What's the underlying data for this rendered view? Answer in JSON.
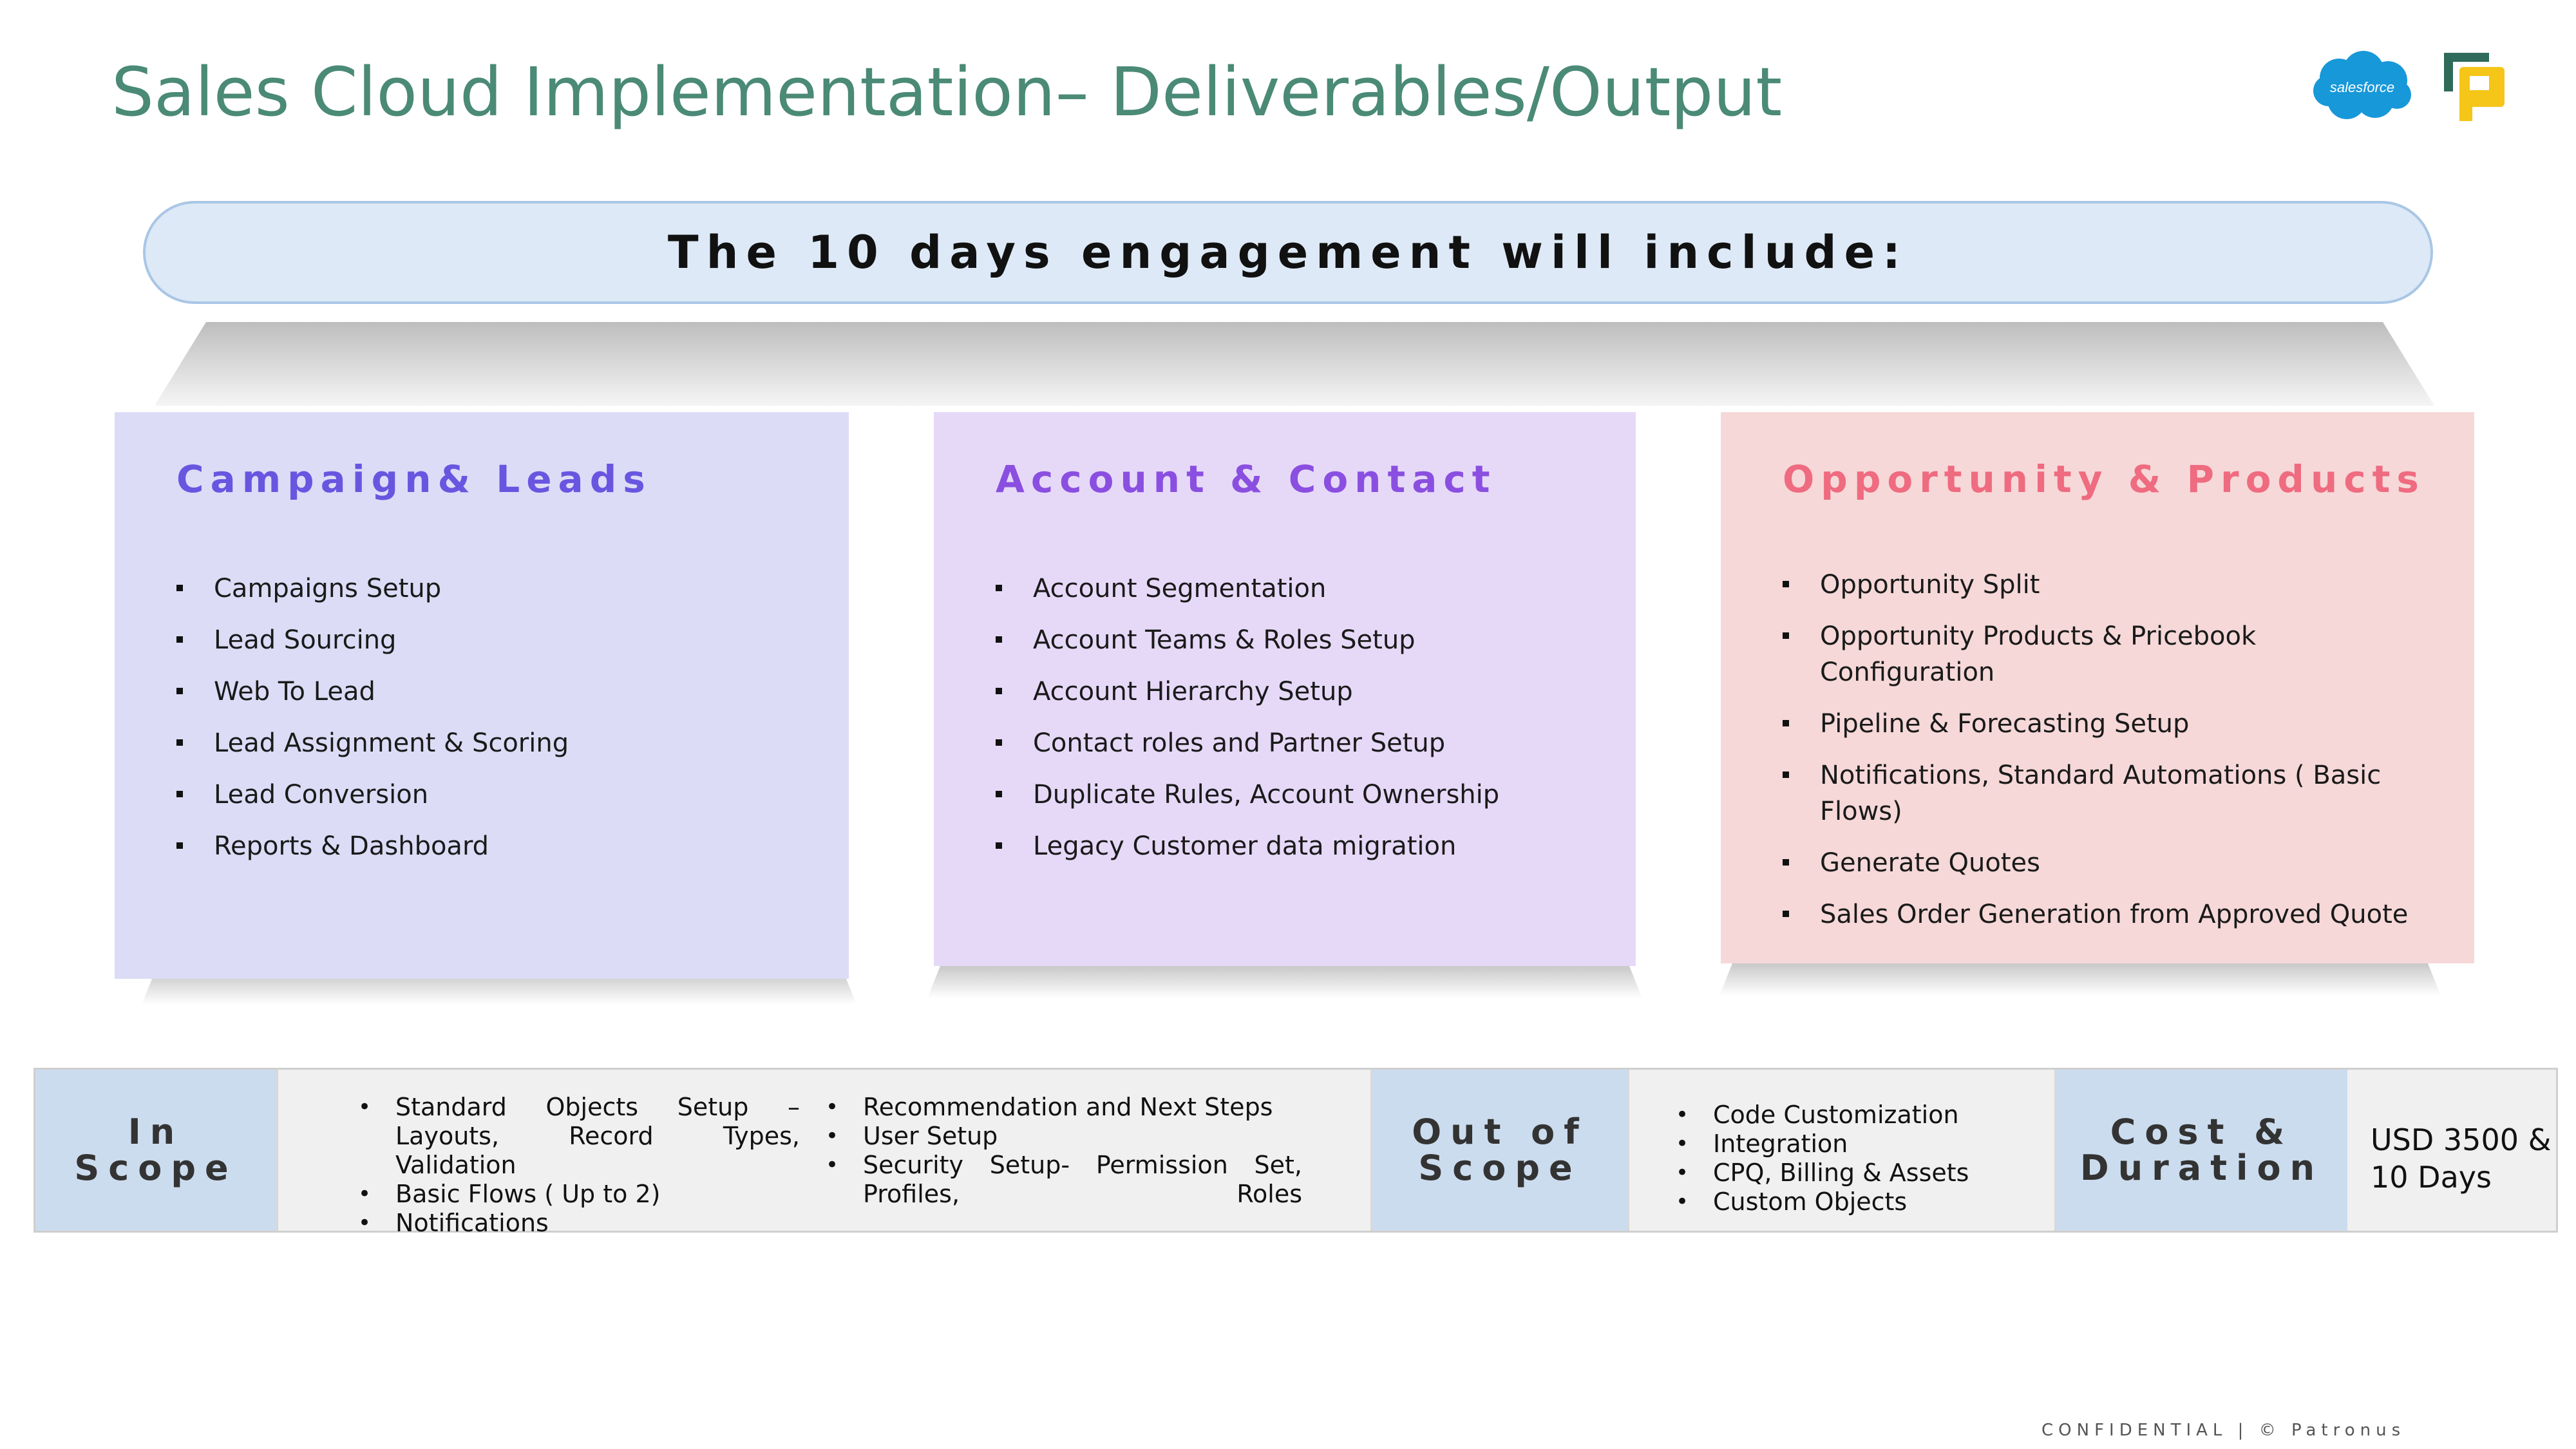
{
  "page": {
    "title": "Sales Cloud Implementation– Deliverables/Output",
    "footer": "CONFIDENTIAL | © Patronus"
  },
  "logos": {
    "salesforce_text": "salesforce"
  },
  "banner": {
    "text": "The 10 days engagement will include:"
  },
  "columns": [
    {
      "title": "Campaign& Leads",
      "items": [
        "Campaigns Setup",
        "Lead Sourcing",
        "Web To Lead",
        "Lead Assignment & Scoring",
        "Lead Conversion",
        "Reports & Dashboard"
      ]
    },
    {
      "title": "Account & Contact",
      "items": [
        "Account Segmentation",
        "Account Teams & Roles Setup",
        "Account Hierarchy Setup",
        "Contact roles and Partner Setup",
        "Duplicate Rules, Account Ownership",
        "Legacy Customer data migration"
      ]
    },
    {
      "title": "Opportunity & Products",
      "items": [
        "Opportunity Split",
        "Opportunity Products & Pricebook Configuration",
        "Pipeline & Forecasting Setup",
        "Notifications, Standard Automations ( Basic Flows)",
        "Generate Quotes",
        "Sales Order Generation from Approved Quote"
      ]
    }
  ],
  "scope_table": {
    "in_scope_label": [
      "In",
      "Scope"
    ],
    "in_scope_left": [
      "Standard Objects Setup – Layouts, Record Types, Validation",
      "Basic Flows ( Up to 2)",
      "Notifications"
    ],
    "in_scope_right": [
      "Recommendation and Next Steps",
      "User Setup",
      "Security Setup- Permission Set, Profiles, Roles"
    ],
    "out_scope_label": [
      "Out of",
      "Scope"
    ],
    "out_scope_items": [
      "Code Customization",
      "Integration",
      "CPQ, Billing & Assets",
      "Custom Objects"
    ],
    "cost_label": [
      "Cost &",
      "Duration"
    ],
    "cost_value": [
      "USD 3500 &",
      "10 Days"
    ]
  },
  "colors": {
    "title": "#4a8a76",
    "col1_title": "#6a55e0",
    "col2_title": "#8a4fe0",
    "col3_title": "#ef6b80",
    "salesforce_blue": "#1798d9",
    "patronus_yellow": "#f5c518",
    "patronus_green": "#2e6b5a"
  }
}
